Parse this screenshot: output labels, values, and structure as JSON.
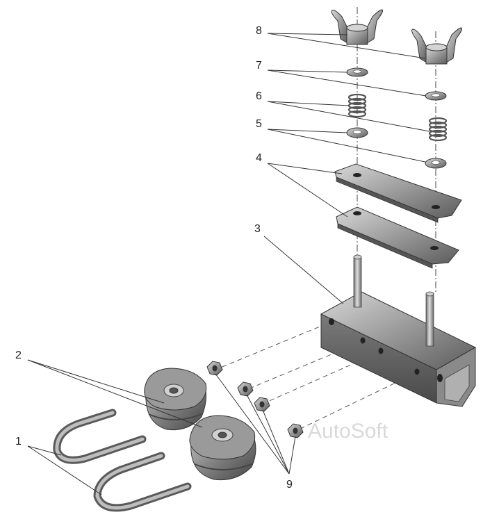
{
  "callouts": [
    "1",
    "2",
    "3",
    "4",
    "5",
    "6",
    "7",
    "8",
    "9"
  ],
  "watermark": "AutoSoft",
  "colors": {
    "steel": "#8c8c8c",
    "steel_light": "#c9c9c9",
    "steel_dark": "#555555",
    "rubber": "#6e6e6e",
    "rubber_light": "#b5b5b5"
  }
}
